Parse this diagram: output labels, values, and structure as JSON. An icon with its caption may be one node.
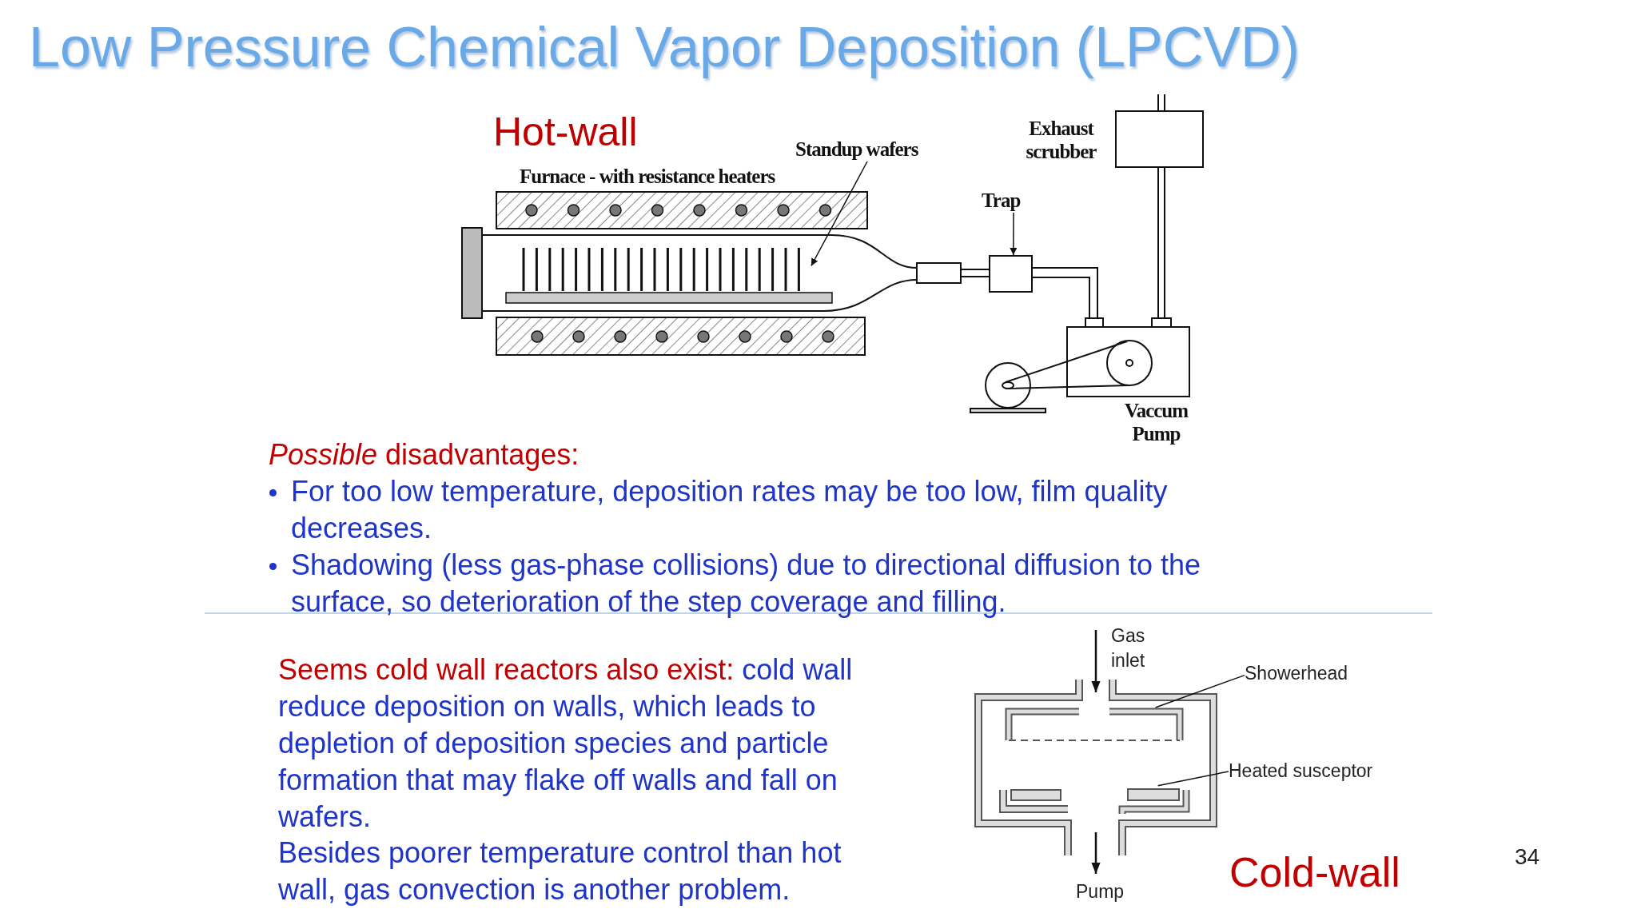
{
  "diagram": {
    "title": "Low Pressure Chemical Vapor Deposition (LPCVD)",
    "nodes": [
      {
        "text": [
          "Standup wafers"
        ]
      },
      {
        "text": [],
        "shape": "bar"
      },
      {
        "text": [
          "Trap"
        ]
      },
      {
        "text": [],
        "shape": "box"
      },
      {
        "text": [
          "Showerhead"
        ]
      },
      {
        "text": [],
        "shape": "box"
      },
      {
        "text": [
          "Heated susceptor"
        ]
      },
      {
        "text": [],
        "shape": "box"
      }
    ],
    "edges": [
      {
        "from": 0,
        "to": 1,
        "arrow": "to"
      },
      {
        "from": 2,
        "to": 3,
        "arrow": "to"
      },
      {
        "from": 4,
        "to": 5,
        "arrow": "none"
      },
      {
        "from": 6,
        "to": 7,
        "arrow": "none"
      }
    ],
    "labels": [
      "Hot-wall",
      "Furnace - with resistance heaters",
      "Exhaust scrubber",
      "Vaccum Pump",
      "*Possible* disadvantages:",
      "For too low temperature, deposition rates may be too low, film quality decreases.",
      "Shadowing (less gas-phase collisions) due to directional diffusion to the surface, so deterioration of the step coverage and filling.",
      "Seems cold wall reactors also exist:",
      "cold wall reduce deposition on walls, which leads to depletion of deposition species and particle formation that may flake off walls and fall on wafers.",
      "Besides poorer temperature control than hot wall, gas convection is another problem.",
      "Gas inlet",
      "Pump",
      "Cold-wall",
      "34"
    ]
  }
}
